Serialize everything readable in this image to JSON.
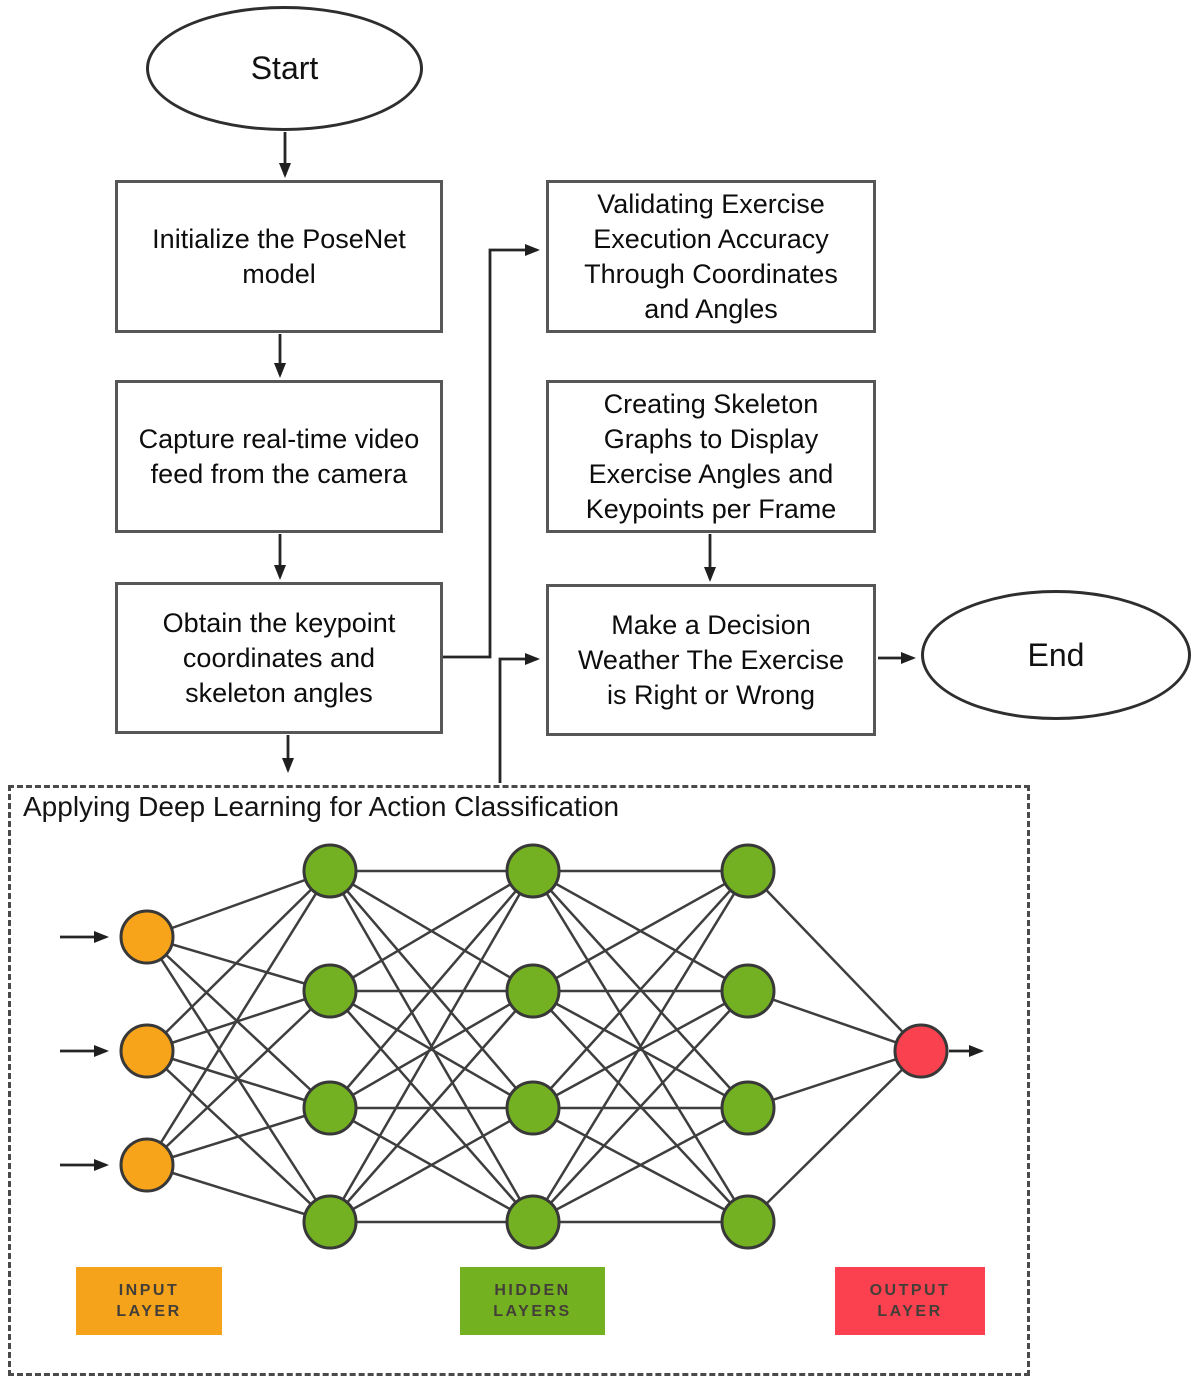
{
  "flowchart": {
    "start_label": "Start",
    "end_label": "End",
    "boxes": {
      "init": "Initialize the PoseNet\nmodel",
      "capture": "Capture real-time video\nfeed from the camera",
      "obtain": "Obtain the keypoint\ncoordinates and\nskeleton angles",
      "validate": "Validating Exercise\nExecution Accuracy\nThrough Coordinates\nand Angles",
      "skeleton": "Creating Skeleton\nGraphs to Display\nExercise Angles and\nKeypoints per Frame",
      "decision": "Make a Decision\nWeather The Exercise\nis Right or Wrong"
    }
  },
  "deep_learning": {
    "title": "Applying Deep Learning for Action Classification",
    "badges": [
      {
        "label": "INPUT\nLAYER",
        "color": "#F5A31B"
      },
      {
        "label": "HIDDEN\nLAYERS",
        "color": "#74B121"
      },
      {
        "label": "OUTPUT\nLAYER",
        "color": "#FB4150"
      }
    ],
    "network": {
      "layers": [
        {
          "name": "input",
          "count": 3,
          "color": "#F7A41B"
        },
        {
          "name": "hidden-1",
          "count": 4,
          "color": "#74B122"
        },
        {
          "name": "hidden-2",
          "count": 4,
          "color": "#74B122"
        },
        {
          "name": "hidden-3",
          "count": 4,
          "color": "#74B122"
        },
        {
          "name": "output",
          "count": 1,
          "color": "#F9414F"
        }
      ]
    }
  }
}
